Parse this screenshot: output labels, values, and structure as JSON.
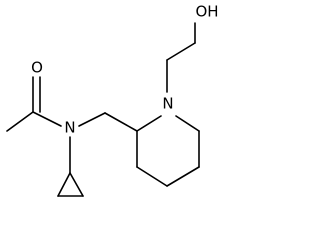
{
  "atoms": {
    "oxygen_carbonyl": "O",
    "nitrogen_amide": "N",
    "nitrogen_piperidine": "N",
    "hydroxyl": "OH"
  }
}
